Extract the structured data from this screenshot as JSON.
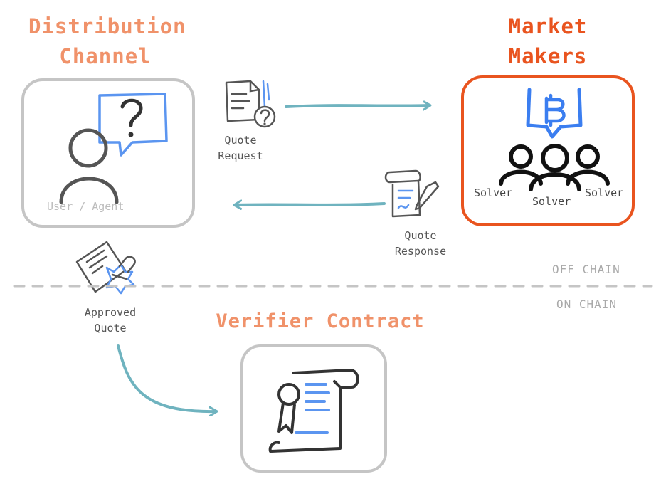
{
  "distribution": {
    "title_line1": "Distribution",
    "title_line2": "Channel",
    "box_label": "User / Agent"
  },
  "market": {
    "title_line1": "Market",
    "title_line2": "Makers",
    "solvers": [
      "Solver",
      "Solver",
      "Solver"
    ]
  },
  "quote_request": {
    "line1": "Quote",
    "line2": "Request"
  },
  "quote_response": {
    "line1": "Quote",
    "line2": "Response"
  },
  "approved_quote": {
    "line1": "Approved",
    "line2": "Quote"
  },
  "verifier": {
    "title": "Verifier Contract"
  },
  "separator": {
    "off_chain": "OFF CHAIN",
    "on_chain": "ON CHAIN"
  },
  "colors": {
    "salmon": "#f0926a",
    "orange": "#e9541f",
    "gray_box": "#c5c5c5",
    "blue": "#5b95f0",
    "teal": "#6fb3bf",
    "dark": "#444444"
  }
}
